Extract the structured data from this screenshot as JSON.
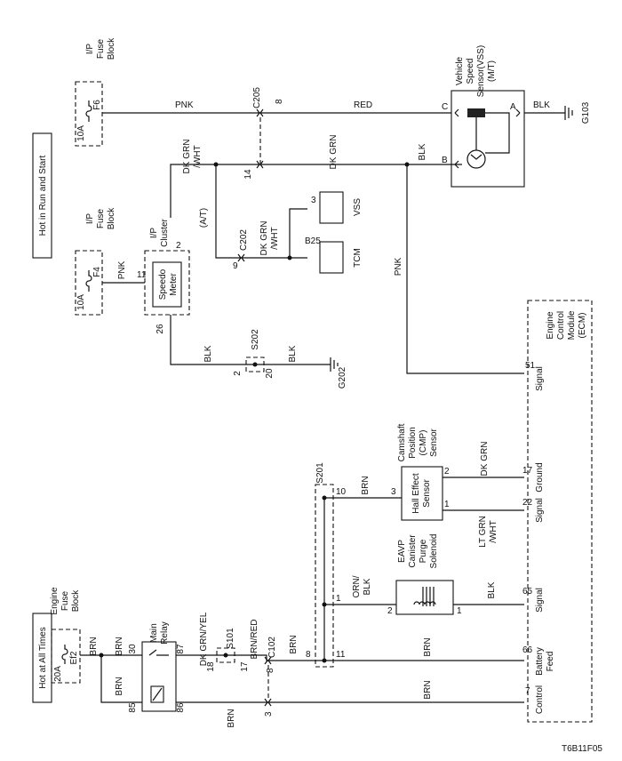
{
  "figure_id": "T6B11F05",
  "power": {
    "hot_run_start": "Hot  in Run and Start",
    "hot_all_times": "Hot at All Times"
  },
  "fuses": {
    "f6": {
      "block": [
        "I/P",
        "Fuse",
        "Block"
      ],
      "name": "F6",
      "rating": "10A"
    },
    "f4": {
      "block": [
        "I/P",
        "Fuse",
        "Block"
      ],
      "name": "F4",
      "rating": "10A"
    },
    "ef2": {
      "block": [
        "Engine",
        "Fuse",
        "Block"
      ],
      "name": "Ef2",
      "rating": "20A"
    }
  },
  "wires": {
    "pnk": "PNK",
    "red": "RED",
    "blk": "BLK",
    "dk_grn": "DK GRN",
    "dk_grn_wht": [
      "DK GRN",
      "/WHT"
    ],
    "brn": "BRN",
    "dk_grn_yel": "DK GRN/YEL",
    "brn_red": "BRN/RED",
    "orn_blk": [
      "ORN/",
      "BLK"
    ],
    "lt_grn_wht": [
      "LT GRN",
      "/WHT"
    ],
    "at": "(A/T)"
  },
  "connectors": {
    "c205": "C205",
    "c202": "C202",
    "c102": "C102",
    "s201": "S201",
    "s202": "S202",
    "s101": "S101",
    "g103": "G103",
    "g202": "G202",
    "b25": "B25"
  },
  "pins": {
    "c205_top": "8",
    "c205_bot": "14",
    "c202": "9",
    "vss_pin": "3",
    "cl_11": "11",
    "cl_2": "2",
    "cl_26": "26",
    "s202_a": "2",
    "s202_b": "20",
    "ecm_51": "51",
    "ecm_17": "17",
    "ecm_22": "22",
    "ecm_65": "65",
    "ecm_66": "66",
    "ecm_7": "7",
    "s201_10": "10",
    "s201_1": "1",
    "s201_8": "8",
    "s201_11": "11",
    "cmp_3": "3",
    "cmp_2": "2",
    "cmp_1": "1",
    "evap_2": "2",
    "evap_1": "1",
    "relay_30": "30",
    "relay_87": "87",
    "relay_85": "85",
    "relay_86": "86",
    "s101_18": "18",
    "s101_17": "17",
    "c102_8": "8",
    "c102_3": "3",
    "sensor_c": "C",
    "sensor_a": "A",
    "sensor_b": "B"
  },
  "components": {
    "vss_sensor": [
      "Vehicle",
      "Speed",
      "Sensor(VSS)",
      "(M/T)"
    ],
    "cluster": [
      "I/P",
      "Cluster"
    ],
    "speedo": [
      "Speedo",
      "Meter"
    ],
    "vss_box": "VSS",
    "tcm_box": "TCM",
    "ecm": [
      "Engine",
      "Control",
      "Module",
      "(ECM)"
    ],
    "cmp": [
      "Camshaft",
      "Position",
      "(CMP)",
      "Sensor"
    ],
    "hall": [
      "Hall Effect",
      "Sensor"
    ],
    "evap": [
      "EAVP",
      "Canister",
      "Purge",
      "Solenoid"
    ],
    "relay": [
      "Main",
      "Relay"
    ]
  },
  "ecm_pins": {
    "signal": "Signal",
    "ground": "Ground",
    "battery_feed": [
      "Battery",
      "Feed"
    ],
    "control": "Control"
  }
}
